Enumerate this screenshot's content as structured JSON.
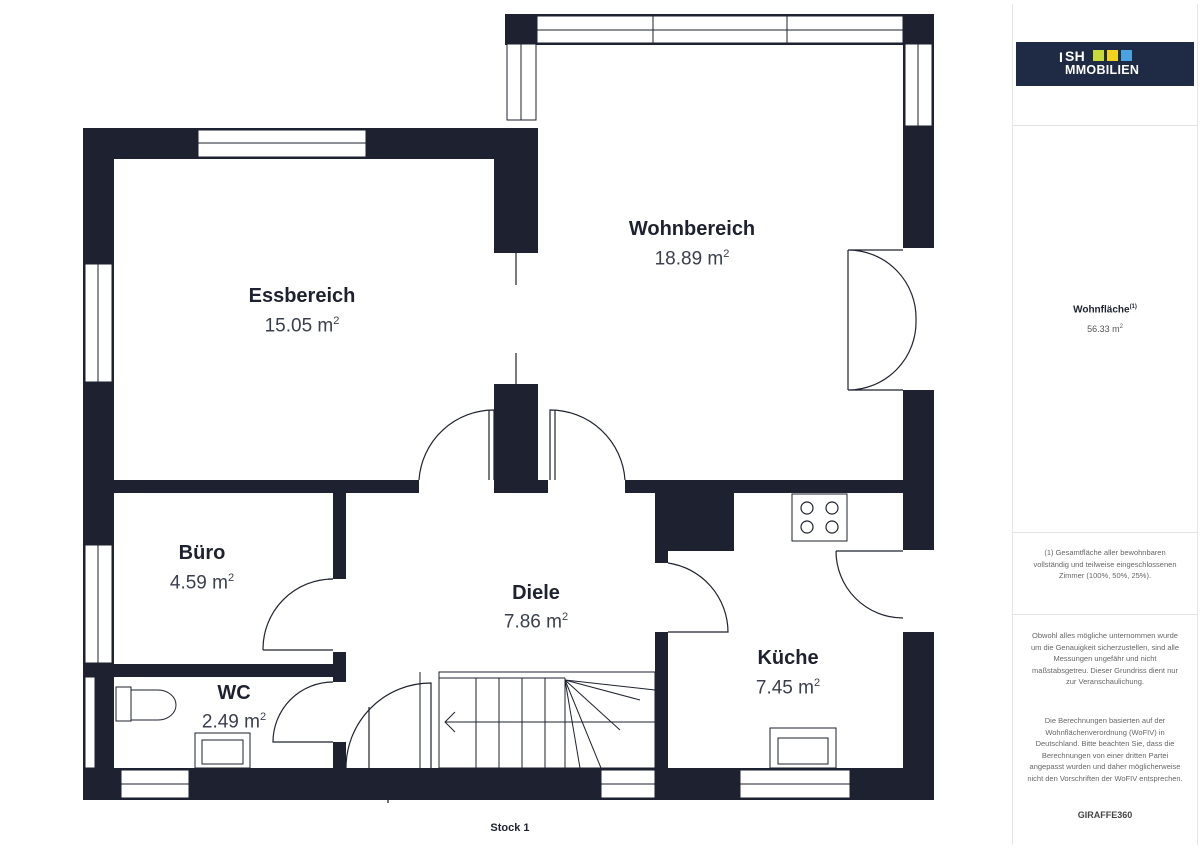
{
  "floor_label": "Stock 1",
  "rooms": {
    "wohnbereich": {
      "name": "Wohnbereich",
      "area": "18.89 m",
      "unit_sup": "2"
    },
    "essbereich": {
      "name": "Essbereich",
      "area": "15.05 m",
      "unit_sup": "2"
    },
    "buero": {
      "name": "Büro",
      "area": "4.59 m",
      "unit_sup": "2"
    },
    "diele": {
      "name": "Diele",
      "area": "7.86 m",
      "unit_sup": "2"
    },
    "wc": {
      "name": "WC",
      "area": "2.49 m",
      "unit_sup": "2"
    },
    "kueche": {
      "name": "Küche",
      "area": "7.45 m",
      "unit_sup": "2"
    }
  },
  "sidebar": {
    "logo": {
      "line1": "SH",
      "line2": "MMOBILIEN",
      "colors": [
        "#c8d93a",
        "#f2d21c",
        "#4aa3df"
      ]
    },
    "total_title": "Wohnfläche",
    "total_sup": "(1)",
    "total_value": "56.33 m",
    "total_value_sup": "2",
    "footnote": "(1) Gesamtfläche aller bewohnbaren vollständig und teilweise eingeschlossenen Zimmer (100%, 50%, 25%).",
    "disclaimer_1": "Obwohl alles mögliche unternommen wurde um die Genauigkeit sicherzustellen, sind alle Messungen ungefähr und nicht maßstabsgetreu. Dieser Grundriss dient nur zur Veranschaulichung.",
    "disclaimer_2": "Die Berechnungen basierten auf der Wohnflächenverordnung (WoFIV) in Deutschland. Bitte beachten Sie, dass die Berechnungen von einer dritten Partei angepasst wurden und daher möglicherweise nicht den Vorschriften der WoFIV entsprechen.",
    "brand": "GIRAFFE360"
  },
  "colors": {
    "wall": "#1e2230",
    "window": "#ffffff",
    "line": "#1e2230"
  }
}
